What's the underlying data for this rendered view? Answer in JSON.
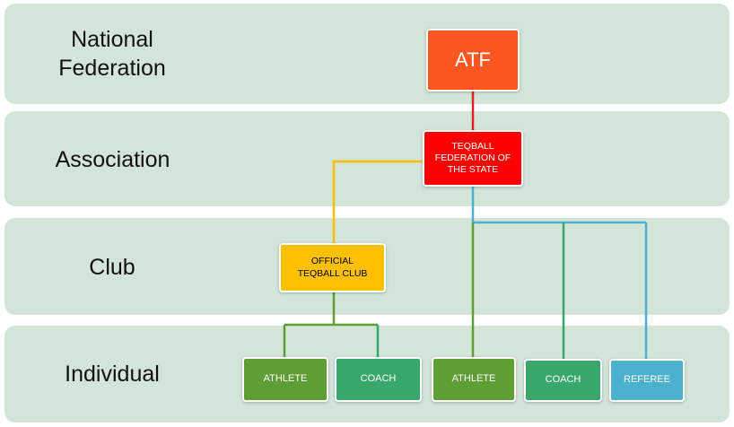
{
  "levels": [
    {
      "label": "National Federation"
    },
    {
      "label": "Association"
    },
    {
      "label": "Club"
    },
    {
      "label": "Individual"
    }
  ],
  "nodes": {
    "atf": {
      "label": "ATF",
      "color": "#fc5720"
    },
    "state_federation": {
      "label": "TEQBALL FEDERATION OF THE STATE",
      "color": "#fe0000"
    },
    "club": {
      "label": "OFFICIAL TEQBALL CLUB",
      "color": "#fec000",
      "text_color": "#000000"
    },
    "club_athlete": {
      "label": "ATHLETE",
      "color": "#5f9d35"
    },
    "club_coach": {
      "label": "COACH",
      "color": "#39a66b"
    },
    "athlete": {
      "label": "ATHLETE",
      "color": "#5f9d35"
    },
    "coach": {
      "label": "COACH",
      "color": "#39a66b"
    },
    "referee": {
      "label": "REFEREE",
      "color": "#4bb1cd"
    }
  },
  "connector_colors": {
    "atf_to_state": "#e02020",
    "state_to_club": "#f5c200",
    "state_to_individuals": "#4bb1cd",
    "club_to_individuals": "#5f9d35",
    "to_athlete": "#5f9d35",
    "to_coach": "#39a66b",
    "to_referee": "#4bb1cd"
  },
  "band_color": "#d3e5d9"
}
